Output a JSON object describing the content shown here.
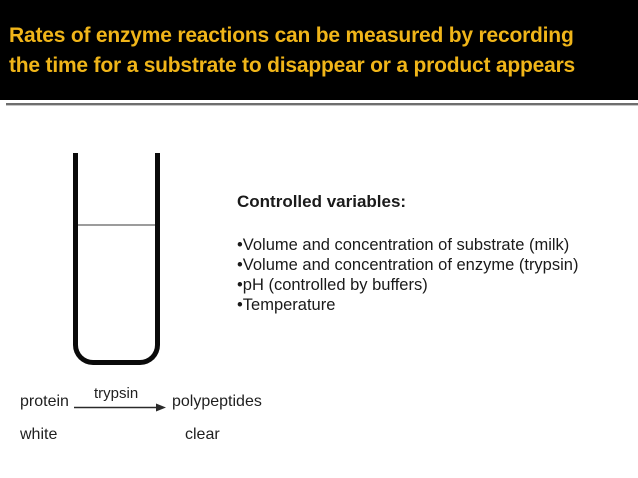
{
  "slide": {
    "title_line1": "Rates of enzyme reactions can be measured by recording",
    "title_line2": "the time for a substrate to disappear or a product appears"
  },
  "controlled_variables": {
    "heading": "Controlled variables:",
    "items": [
      "•Volume and concentration of substrate (milk)",
      "•Volume and concentration of enzyme (trypsin)",
      "•pH (controlled by buffers)",
      "•Temperature"
    ]
  },
  "reaction": {
    "substrate": "protein",
    "enzyme": "trypsin",
    "product": "polypeptides",
    "substrate_state": "white",
    "product_state": "clear"
  },
  "colors": {
    "header_bg": "#000000",
    "title_color": "#F0B519",
    "divider_dark": "#6e6e6e",
    "divider_light": "#c6c6c6",
    "liquid_line": "#9c9c9c"
  }
}
